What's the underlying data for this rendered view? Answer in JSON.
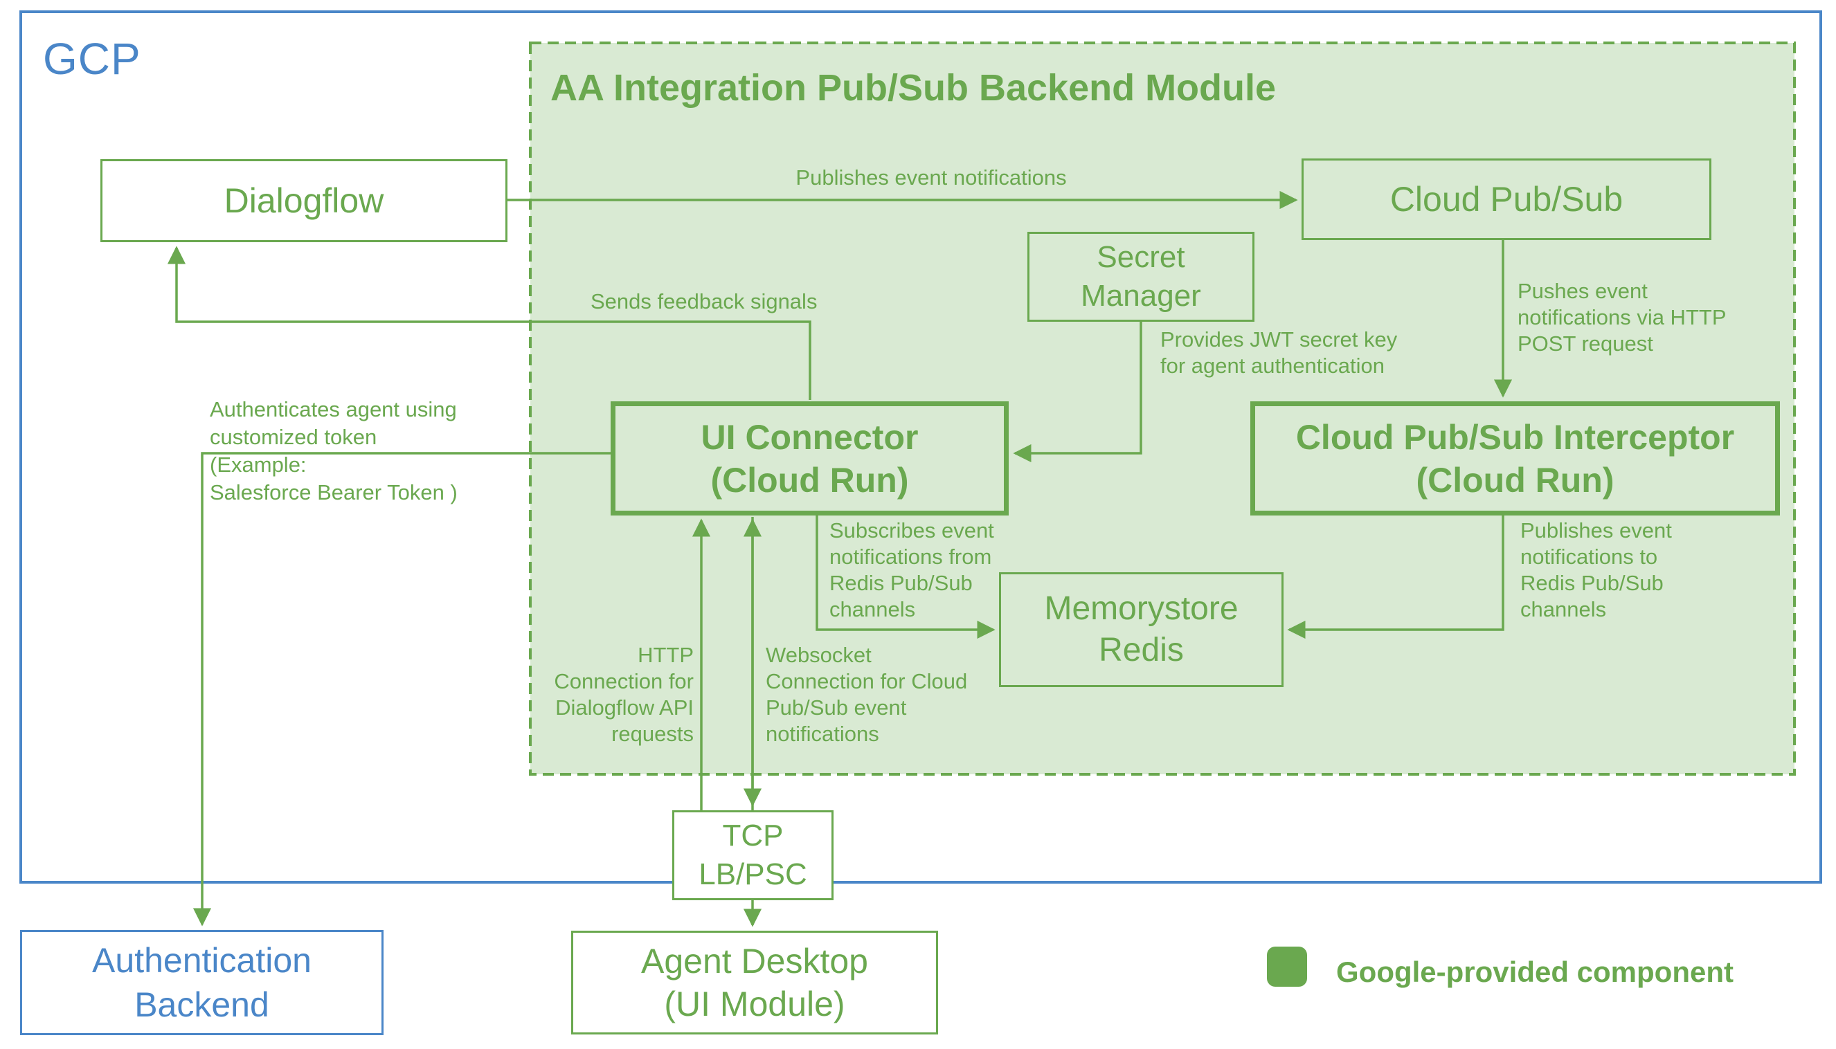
{
  "colors": {
    "green": "#6aa84f",
    "green_fill": "#d9ead3",
    "blue": "#4a86c8",
    "white": "#ffffff"
  },
  "gcp": {
    "label": "GCP"
  },
  "module": {
    "title": "AA Integration Pub/Sub Backend Module"
  },
  "nodes": {
    "dialogflow": {
      "label": "Dialogflow"
    },
    "cloud_pubsub": {
      "label": "Cloud Pub/Sub"
    },
    "secret_manager": {
      "label": "Secret\nManager"
    },
    "ui_connector": {
      "label": "UI Connector\n(Cloud Run)"
    },
    "interceptor": {
      "label": "Cloud Pub/Sub Interceptor\n(Cloud Run)"
    },
    "memorystore": {
      "label": "Memorystore\nRedis"
    },
    "tcp_lb": {
      "label": "TCP\nLB/PSC"
    },
    "agent_desktop": {
      "label": "Agent Desktop\n(UI Module)"
    },
    "auth_backend": {
      "label": "Authentication\nBackend"
    }
  },
  "edge_labels": {
    "publishes_event": "Publishes event notifications",
    "sends_feedback": "Sends feedback signals",
    "pushes_event": "Pushes event\nnotifications via HTTP\nPOST request",
    "provides_jwt": "Provides JWT secret key\nfor agent authentication",
    "authenticates": "Authenticates agent using\ncustomized token\n(Example:\nSalesforce Bearer Token )",
    "subscribes": "Subscribes event\nnotifications from\nRedis Pub/Sub\nchannels",
    "publishes_redis": "Publishes event\nnotifications to\nRedis Pub/Sub\nchannels",
    "http_conn": "HTTP\nConnection for\nDialogflow API\nrequests",
    "websocket_conn": "Websocket\nConnection for Cloud\nPub/Sub event\nnotifications"
  },
  "legend": {
    "label": "Google-provided component"
  }
}
